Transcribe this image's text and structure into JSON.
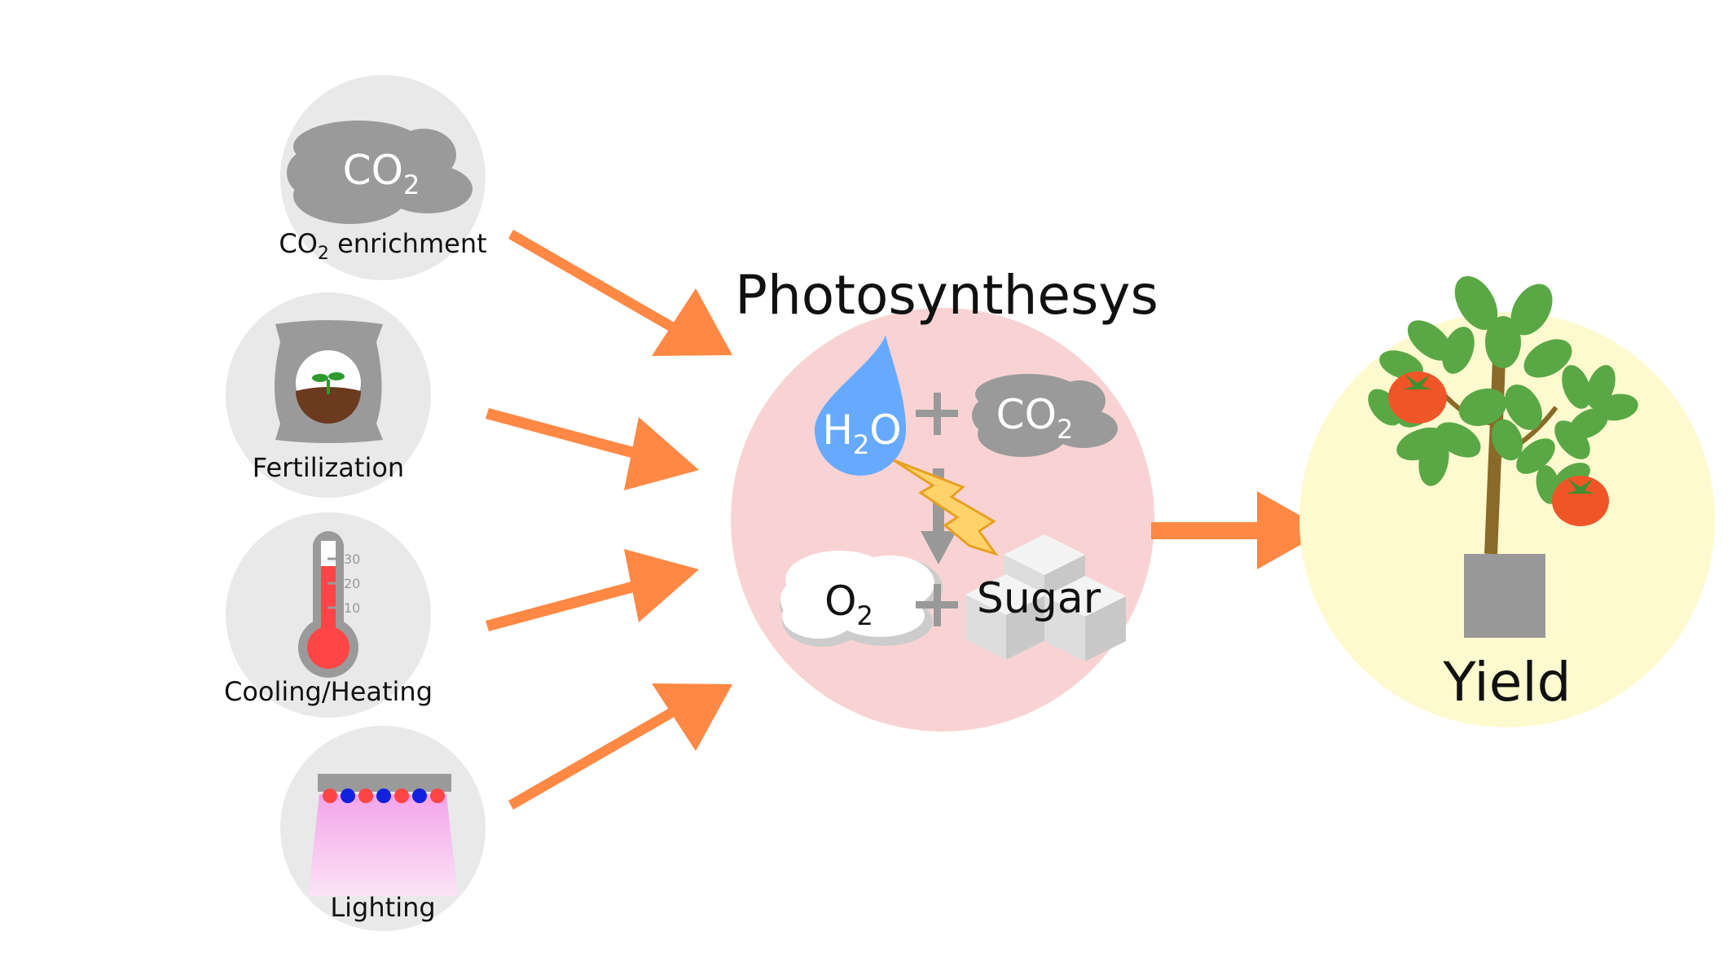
{
  "colors": {
    "arrow": "#ff8844",
    "input_circle": "#e9e9e9",
    "process_circle": "#f9d3d3",
    "yield_circle": "#fefacf",
    "cloud_gray": "#9a9a9a",
    "water": "#66aaff",
    "tomato": "#f05528",
    "leaf": "#5aa845",
    "pot": "#999999",
    "stem": "#8a6a28",
    "lightning": "#ffd36a",
    "thermo_red": "#ff4545",
    "led_red": "#ff4444",
    "led_blue": "#1122dd",
    "light_beam": "#f4a4ea"
  },
  "inputs": {
    "co2": {
      "cloud_text": "CO",
      "cloud_sub": "2",
      "label_pre": "CO",
      "label_sub": "2",
      "label_post": " enrichment"
    },
    "fertilization": {
      "label": "Fertilization"
    },
    "temperature": {
      "label": "Cooling/Heating",
      "ticks": [
        "30",
        "20",
        "10"
      ]
    },
    "lighting": {
      "label": "Lighting"
    }
  },
  "process": {
    "title": "Photosynthesys",
    "water_text": "H",
    "water_sub": "2",
    "water_text2": "O",
    "plus": "+",
    "co2_text": "CO",
    "co2_sub": "2",
    "o2_text": "O",
    "o2_sub": "2",
    "sugar_text": "Sugar"
  },
  "output": {
    "label": "Yield"
  }
}
